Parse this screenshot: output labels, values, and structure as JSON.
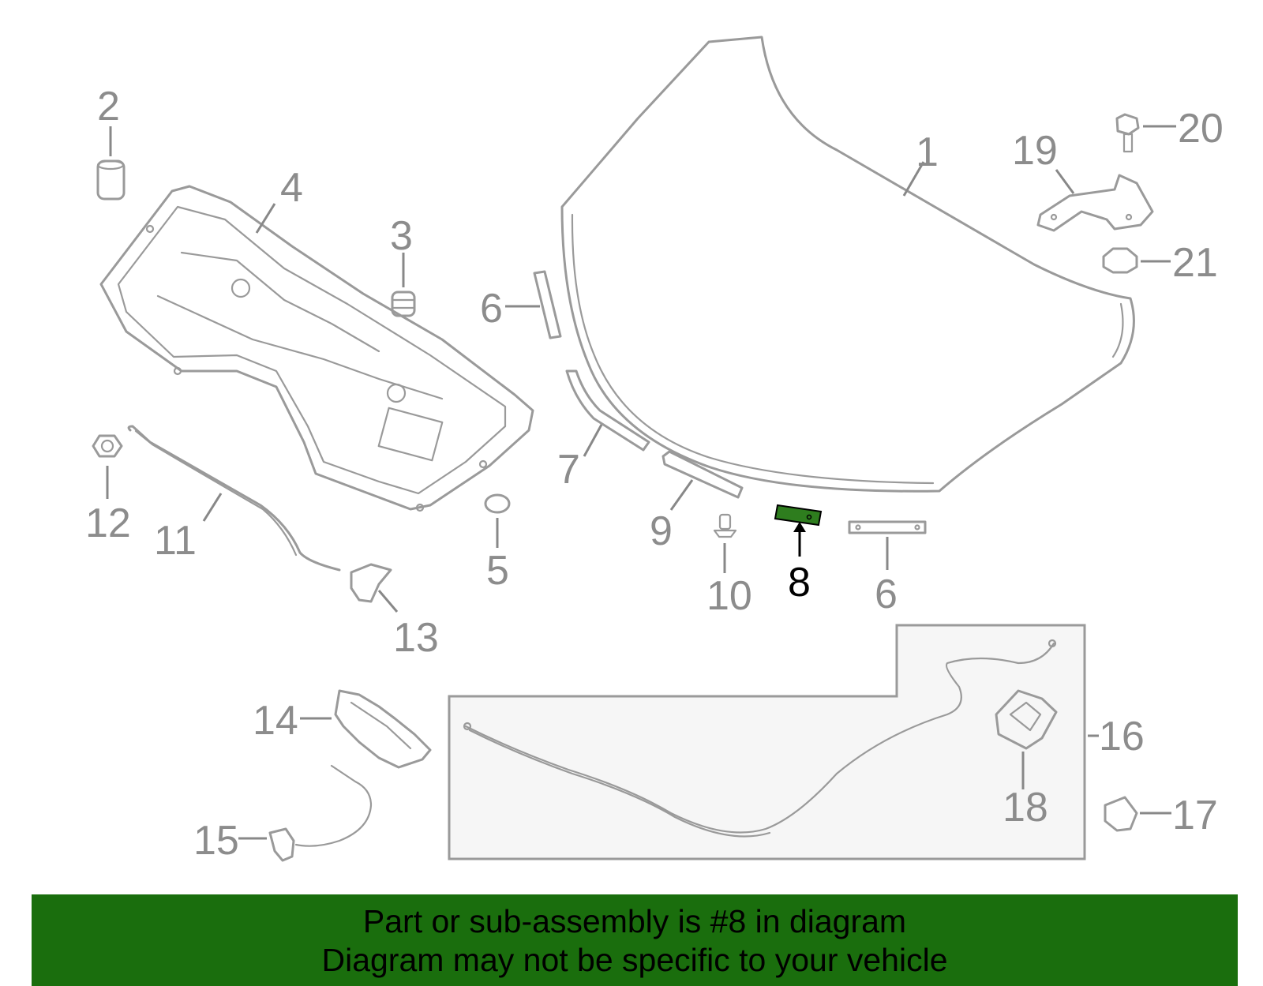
{
  "callouts": {
    "c1": "1",
    "c2": "2",
    "c3": "3",
    "c4": "4",
    "c5": "5",
    "c6a": "6",
    "c6b": "6",
    "c7": "7",
    "c8": "8",
    "c9": "9",
    "c10": "10",
    "c11": "11",
    "c12": "12",
    "c13": "13",
    "c14": "14",
    "c15": "15",
    "c16": "16",
    "c17": "17",
    "c18": "18",
    "c19": "19",
    "c20": "20",
    "c21": "21"
  },
  "highlight": {
    "part": "8",
    "color": "#2e7d1e"
  },
  "colors": {
    "line": "#9a9a9a",
    "banner": "#1a6e0d",
    "label": "#8c8c8c",
    "highlight_label": "#000000"
  },
  "banner": {
    "line1": "Part or sub-assembly is #8 in diagram",
    "line2": "Diagram may not be specific to your vehicle"
  }
}
